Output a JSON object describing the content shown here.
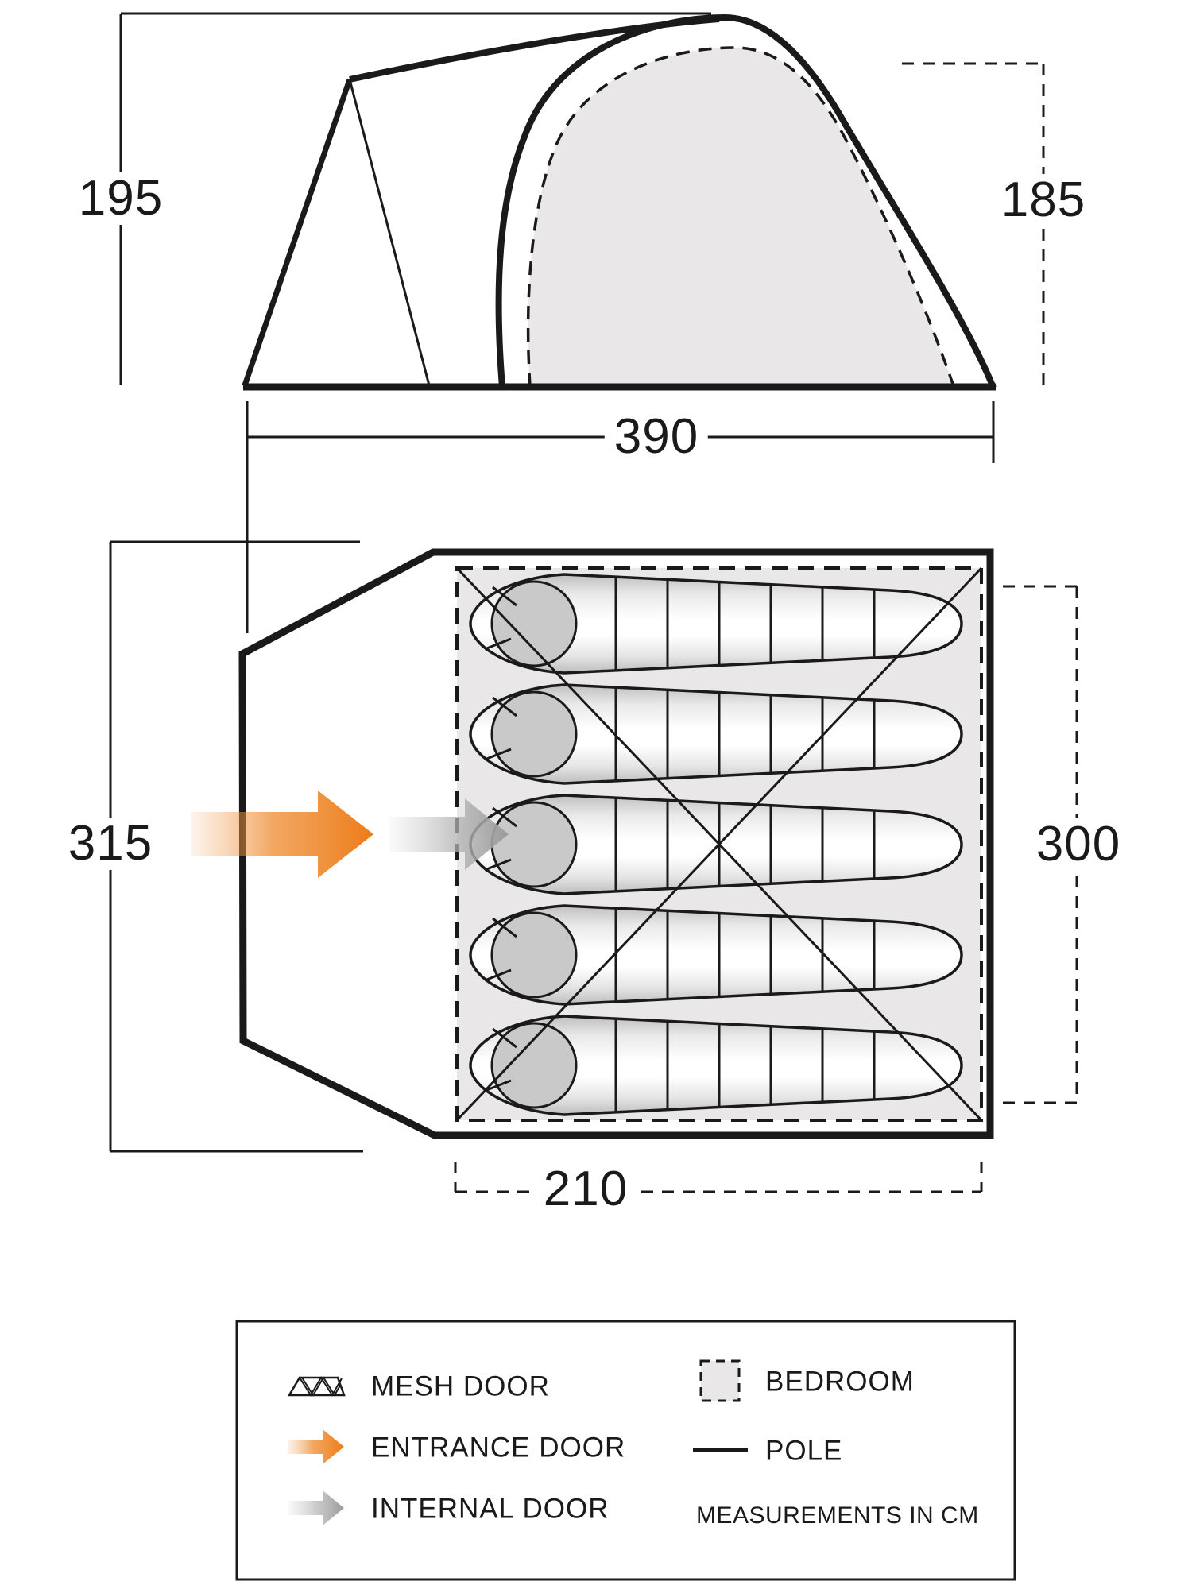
{
  "figure": {
    "type": "tent-dimensions-diagram",
    "side_elevation": {
      "height_label": "195",
      "inner_height_label": "185",
      "length_label": "390"
    },
    "floor_plan": {
      "width_label": "315",
      "bedroom_width_label": "300",
      "bedroom_length_label": "210",
      "sleeping_bag_count": 5
    }
  },
  "legend": {
    "items": [
      {
        "icon": "mesh-door-icon",
        "label": "MESH DOOR"
      },
      {
        "icon": "entrance-door-arrow-icon",
        "label": "ENTRANCE DOOR"
      },
      {
        "icon": "internal-door-arrow-icon",
        "label": "INTERNAL DOOR"
      },
      {
        "icon": "bedroom-swatch-icon",
        "label": "BEDROOM"
      },
      {
        "icon": "pole-line-icon",
        "label": "POLE"
      }
    ],
    "note": "MEASUREMENTS IN CM"
  },
  "colors": {
    "line": "#1a1a1a",
    "bedroom_fill": "#EAE7E8",
    "entrance_arrow": "#ED7C18",
    "internal_arrow": "#9B9B9B",
    "pillow": "#C9C9C9"
  }
}
